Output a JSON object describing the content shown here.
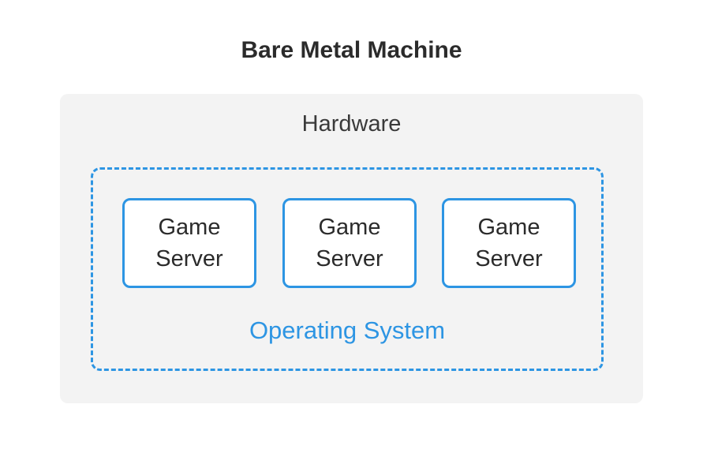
{
  "diagram": {
    "title": "Bare Metal Machine",
    "hardware_label": "Hardware",
    "os_label": "Operating System",
    "servers": [
      {
        "line1": "Game",
        "line2": "Server"
      },
      {
        "line1": "Game",
        "line2": "Server"
      },
      {
        "line1": "Game",
        "line2": "Server"
      }
    ]
  },
  "colors": {
    "accent": "#2d95e3",
    "hardware_bg": "#f3f3f3",
    "text": "#2b2b2b"
  }
}
